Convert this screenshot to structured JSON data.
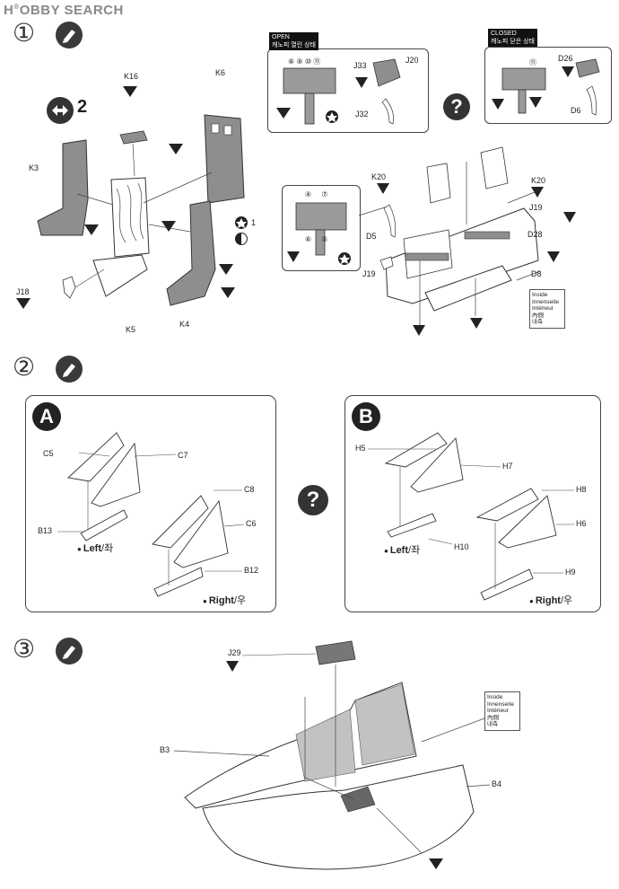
{
  "watermark": {
    "brand": "H",
    "name": "OBBY SEARCH",
    "mark": "®"
  },
  "steps": [
    {
      "number": "①"
    },
    {
      "number": "②"
    },
    {
      "number": "③"
    }
  ],
  "step1": {
    "sub_assembly_ref": "2",
    "part_labels": {
      "k16": "K16",
      "k6": "K6",
      "k3": "K3",
      "k5": "K5",
      "k4": "K4",
      "j18": "J18",
      "k20_left": "K20",
      "k20_right": "K20",
      "d5": "D5",
      "j19_top": "J19",
      "j19_bottom": "J19",
      "d28": "D28",
      "d8": "D8",
      "j33": "J33",
      "j20": "J20",
      "j32": "J32",
      "d26": "D26",
      "d6": "D6"
    },
    "open_callout": {
      "tag_en": "OPEN",
      "tag_ko": "캐노피 열린 상태",
      "dials": [
        "⑧",
        "⑨",
        "⑩",
        "⑪"
      ]
    },
    "closed_callout": {
      "tag_en": "CLOSED",
      "tag_ko": "캐노피 닫은 상태",
      "dial": "⑪"
    },
    "panel_callout": {
      "dials": [
        "④",
        "⑦",
        "⑥",
        "⑤"
      ]
    },
    "color_marks": {
      "star_count": "1"
    },
    "inside_note": {
      "lines": [
        "Inside",
        "Innenseite",
        "Intérieur",
        "內側",
        "내측"
      ]
    },
    "question_mark": "?"
  },
  "step2": {
    "option_a": {
      "letter": "A",
      "labels": {
        "c5": "C5",
        "c7": "C7",
        "c8": "C8",
        "c6": "C6",
        "b13": "B13",
        "b12": "B12"
      },
      "left": {
        "en": "Left",
        "ko": "/좌"
      },
      "right": {
        "en": "Right",
        "ko": "/우"
      }
    },
    "option_b": {
      "letter": "B",
      "labels": {
        "h5": "H5",
        "h7": "H7",
        "h8": "H8",
        "h6": "H6",
        "h10": "H10",
        "h9": "H9"
      },
      "left": {
        "en": "Left",
        "ko": "/좌"
      },
      "right": {
        "en": "Right",
        "ko": "/우"
      }
    },
    "question_mark": "?"
  },
  "step3": {
    "labels": {
      "j29": "J29",
      "b3": "B3",
      "b4": "B4"
    },
    "inside_note": {
      "lines": [
        "Inside",
        "Innenseite",
        "Intérieur",
        "內側",
        "내측"
      ]
    }
  },
  "colors": {
    "ink": "#222222",
    "part_fill": "#8e8e8e",
    "dark": "#3a3a3a",
    "line": "#555555"
  }
}
